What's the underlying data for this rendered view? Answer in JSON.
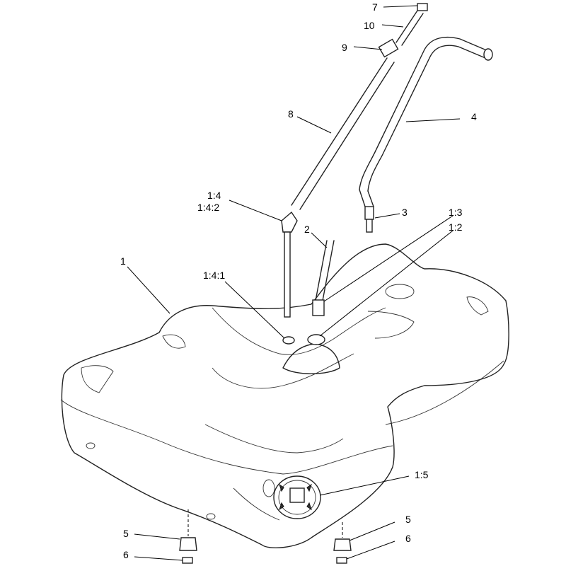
{
  "callouts": [
    {
      "id": "c7",
      "text": "7"
    },
    {
      "id": "c10",
      "text": "10"
    },
    {
      "id": "c9",
      "text": "9"
    },
    {
      "id": "c8",
      "text": "8"
    },
    {
      "id": "c4",
      "text": "4"
    },
    {
      "id": "c14",
      "text": "1:4"
    },
    {
      "id": "c142",
      "text": "1:4:2"
    },
    {
      "id": "c3",
      "text": "3"
    },
    {
      "id": "c13",
      "text": "1:3"
    },
    {
      "id": "c2",
      "text": "2"
    },
    {
      "id": "c12",
      "text": "1:2"
    },
    {
      "id": "c1",
      "text": "1"
    },
    {
      "id": "c141",
      "text": "1:4:1"
    },
    {
      "id": "c15",
      "text": "1:5"
    },
    {
      "id": "c5l",
      "text": "5"
    },
    {
      "id": "c6l",
      "text": "6"
    },
    {
      "id": "c5r",
      "text": "5"
    },
    {
      "id": "c6r",
      "text": "6"
    }
  ]
}
